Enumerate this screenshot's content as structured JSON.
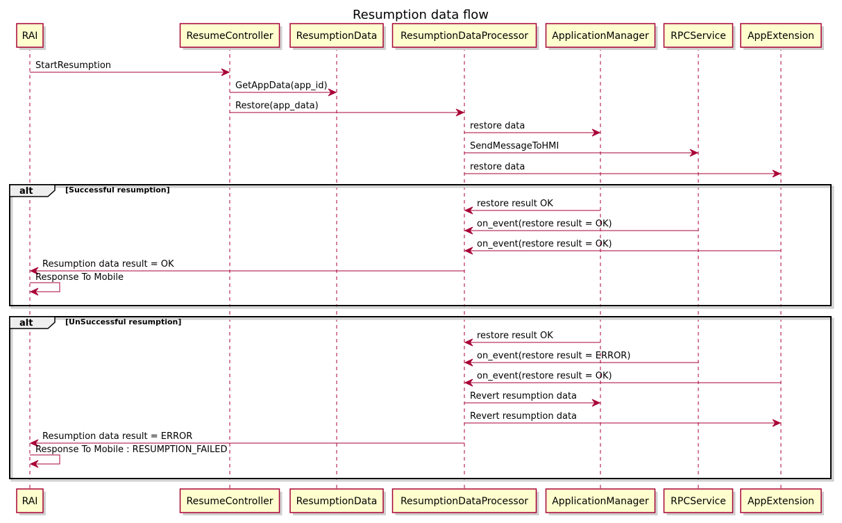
{
  "title": "Resumption data flow",
  "participants": [
    {
      "id": "rai",
      "label": "RAI"
    },
    {
      "id": "resumecontroller",
      "label": "ResumeController"
    },
    {
      "id": "resumptiondata",
      "label": "ResumptionData"
    },
    {
      "id": "resumptiondataprocessor",
      "label": "ResumptionDataProcessor"
    },
    {
      "id": "applicationmanager",
      "label": "ApplicationManager"
    },
    {
      "id": "rpcservice",
      "label": "RPCService"
    },
    {
      "id": "appextension",
      "label": "AppExtension"
    }
  ],
  "messages": [
    {
      "from": "rai",
      "to": "resumecontroller",
      "label": "StartResumption"
    },
    {
      "from": "resumecontroller",
      "to": "resumptiondata",
      "label": "GetAppData(app_id)"
    },
    {
      "from": "resumecontroller",
      "to": "resumptiondataprocessor",
      "label": "Restore(app_data)"
    },
    {
      "from": "resumptiondataprocessor",
      "to": "applicationmanager",
      "label": "restore data"
    },
    {
      "from": "resumptiondataprocessor",
      "to": "rpcservice",
      "label": "SendMessageToHMI"
    },
    {
      "from": "resumptiondataprocessor",
      "to": "appextension",
      "label": "restore data"
    },
    {
      "from": "applicationmanager",
      "to": "resumptiondataprocessor",
      "label": "restore result OK"
    },
    {
      "from": "rpcservice",
      "to": "resumptiondataprocessor",
      "label": "on_event(restore result = OK)"
    },
    {
      "from": "appextension",
      "to": "resumptiondataprocessor",
      "label": "on_event(restore result = OK)"
    },
    {
      "from": "resumptiondataprocessor",
      "to": "rai",
      "label": "Resumption data result = OK"
    },
    {
      "from": "rai",
      "to": "rai",
      "label": "Response To Mobile"
    },
    {
      "from": "applicationmanager",
      "to": "resumptiondataprocessor",
      "label": "restore result OK"
    },
    {
      "from": "rpcservice",
      "to": "resumptiondataprocessor",
      "label": "on_event(restore result = ERROR)"
    },
    {
      "from": "appextension",
      "to": "resumptiondataprocessor",
      "label": "on_event(restore result = OK)"
    },
    {
      "from": "resumptiondataprocessor",
      "to": "applicationmanager",
      "label": "Revert resumption data"
    },
    {
      "from": "resumptiondataprocessor",
      "to": "appextension",
      "label": "Revert resumption data"
    },
    {
      "from": "resumptiondataprocessor",
      "to": "rai",
      "label": "Resumption data result = ERROR"
    },
    {
      "from": "rai",
      "to": "rai",
      "label": "Response To Mobile : RESUMPTION_FAILED"
    }
  ],
  "fragments": [
    {
      "keyword": "alt",
      "guard": "[Successful resumption]"
    },
    {
      "keyword": "alt",
      "guard": "[UnSuccessful resumption]"
    }
  ]
}
